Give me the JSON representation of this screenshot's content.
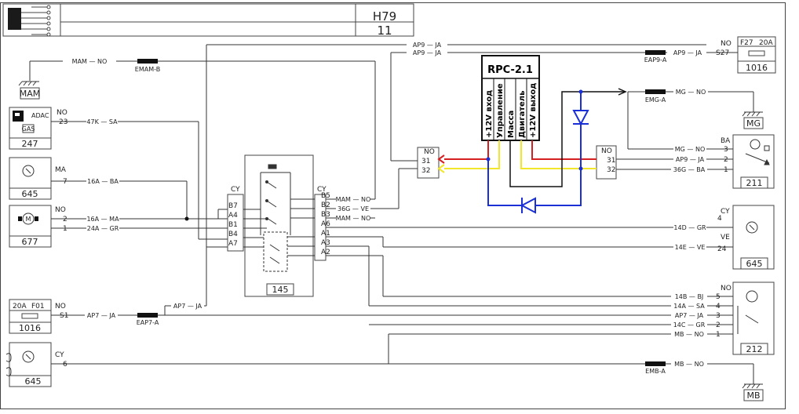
{
  "header": {
    "title": "H79",
    "subtitle": "11"
  },
  "rpc": {
    "name": "RPC-2.1",
    "pins": [
      "+12V вход",
      "Управление",
      "Масса",
      "Двигатель",
      "+12V выход"
    ]
  },
  "colors": {
    "red": "#d42020",
    "yellow": "#f2e62a",
    "blue": "#1a2fd6",
    "black": "#000000"
  },
  "connectors": {
    "c145": "145",
    "c211": "211",
    "c212": "212",
    "c247": "247",
    "c645a": "645",
    "c645b": "645",
    "c645c": "645",
    "c677": "677",
    "c1016a": "1016",
    "c1016b": "1016"
  },
  "grounds": {
    "mam": "MAM",
    "mg": "MG",
    "mb": "MB"
  },
  "splices": {
    "emam": "EMAM-B",
    "eap9": "EAP9-A",
    "emg": "EMG-A",
    "eap7": "EAP7-A",
    "emb": "EMB-A"
  },
  "icons": {
    "fuel": "fuel-pump-icon",
    "gauge": "gauge-icon",
    "motor": "motor-icon"
  },
  "left_labels": {
    "adac": "ADAC",
    "gas": "GAS",
    "no_247": "NO",
    "p23": "23",
    "w47k": "47K — SA",
    "ma_645": "MA",
    "p7": "7",
    "w16a_ba": "16A — BA",
    "no_677": "NO",
    "p2": "2",
    "p1": "1",
    "w16a_ma": "16A — MA",
    "w24a_gr": "24A — GR",
    "mam_no": "MAM — NO",
    "fuse_a": "20A",
    "fuse_f": "F01",
    "no_f01": "NO",
    "s1": "S1",
    "ap7_ja": "AP7 — JA",
    "ap7_ja2": "AP7 — JA",
    "cy_645": "CY",
    "p6": "6"
  },
  "c145_left": {
    "cy": "CY",
    "pins": [
      "B7",
      "A4",
      "B1",
      "B4",
      "A7"
    ]
  },
  "c145_right": {
    "cy": "CY",
    "pins": [
      "B5",
      "B2",
      "B3",
      "A6",
      "A1",
      "A3",
      "A2"
    ],
    "wires": [
      "MAM — NO",
      "36G — VE",
      "MAM — NO"
    ]
  },
  "top_labels": {
    "ap9_1": "AP9 — JA",
    "ap9_2": "AP9 — JA",
    "ap9_3": "AP9 — JA",
    "mg_no": "MG — NO",
    "mb_no": "MB — NO"
  },
  "c_left31": {
    "no": "NO",
    "p31": "31",
    "p32": "32"
  },
  "c_mid31": {
    "no": "NO",
    "p31": "31",
    "p32": "32"
  },
  "right_f27": {
    "no": "NO",
    "fuse": "F27",
    "amp": "20A",
    "s27": "S27"
  },
  "c211_side": {
    "ba": "BA",
    "p3": "3",
    "p2": "2",
    "p1": "1",
    "w1": "MG — NO",
    "w2": "AP9 — JA",
    "w3": "36G — BA"
  },
  "c645_right": {
    "cy": "CY",
    "p4": "4",
    "ve": "VE",
    "p24": "24",
    "w1": "14D — GR",
    "w2": "14E — VE"
  },
  "c212_side": {
    "no": "NO",
    "pins": [
      "5",
      "4",
      "3",
      "2",
      "1"
    ],
    "wires": [
      "14B — BJ",
      "14A — SA",
      "AP7 — JA",
      "14C — GR",
      "MB — NO"
    ]
  }
}
